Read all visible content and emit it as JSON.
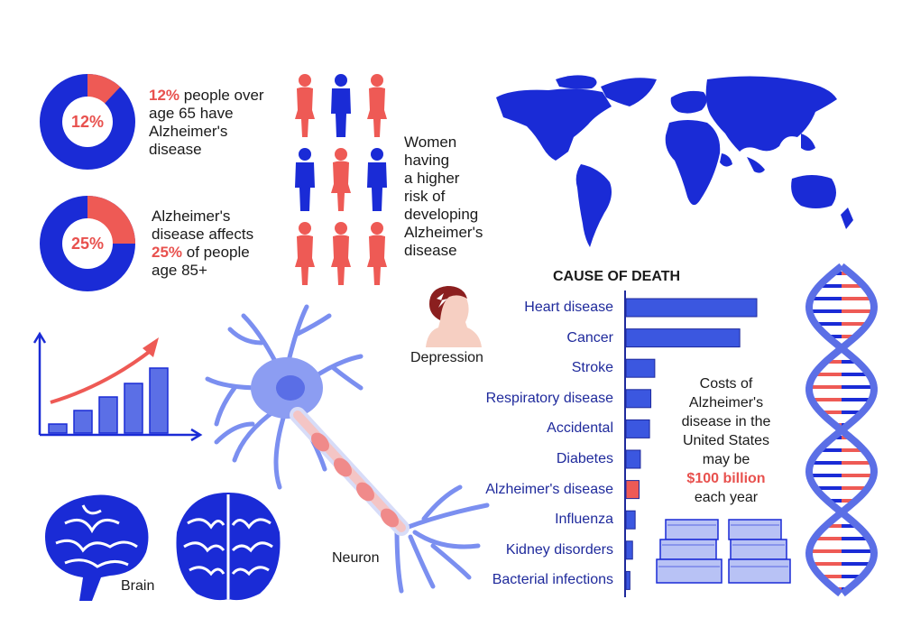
{
  "colors": {
    "blue": "#1a2bd6",
    "red": "#ee5a55",
    "light_blue": "#5b6fe6",
    "neuron": "#8090ee"
  },
  "stats": [
    {
      "pie_label": "12%",
      "value_percent": 12,
      "highlight": "12%",
      "text_a": " people over",
      "text_b": "age 65 have",
      "text_c": "Alzheimer's",
      "text_d": " disease"
    },
    {
      "pie_label": "25%",
      "value_percent": 25,
      "text_a": "Alzheimer's",
      "text_b": "disease affects",
      "highlight": "25%",
      "text_c": " of people",
      "text_d": "age 85+"
    }
  ],
  "women": {
    "lines": [
      "Women",
      "having",
      "a higher",
      "risk of",
      "developing",
      "Alzheimer's",
      "disease"
    ]
  },
  "people_grid": [
    "female",
    "male",
    "female",
    "male",
    "female",
    "male",
    "female",
    "female",
    "female"
  ],
  "depression_label": "Depression",
  "brain_label": "Brain",
  "neuron_label": "Neuron",
  "growth_bars": [
    0.1,
    0.25,
    0.4,
    0.55,
    0.72
  ],
  "costs": {
    "l1": "Costs of",
    "l2": "Alzheimer's",
    "l3": "disease in the",
    "l4": "United States",
    "l5": "may be",
    "highlight": "$100 billion",
    "l6": "each year"
  },
  "chart_data": {
    "type": "bar",
    "title": "CAUSE OF DEATH",
    "categories": [
      "Heart disease",
      "Cancer",
      "Stroke",
      "Respiratory disease",
      "Accidental",
      "Diabetes",
      "Alzheimer's disease",
      "Influenza",
      "Kidney disorders",
      "Bacterial infections"
    ],
    "values": [
      100,
      87,
      22,
      19,
      18,
      11,
      10,
      7,
      5,
      3
    ],
    "highlight_category": "Alzheimer's disease",
    "bar_color": "#3b57e0",
    "highlight_color": "#ee5a55"
  }
}
